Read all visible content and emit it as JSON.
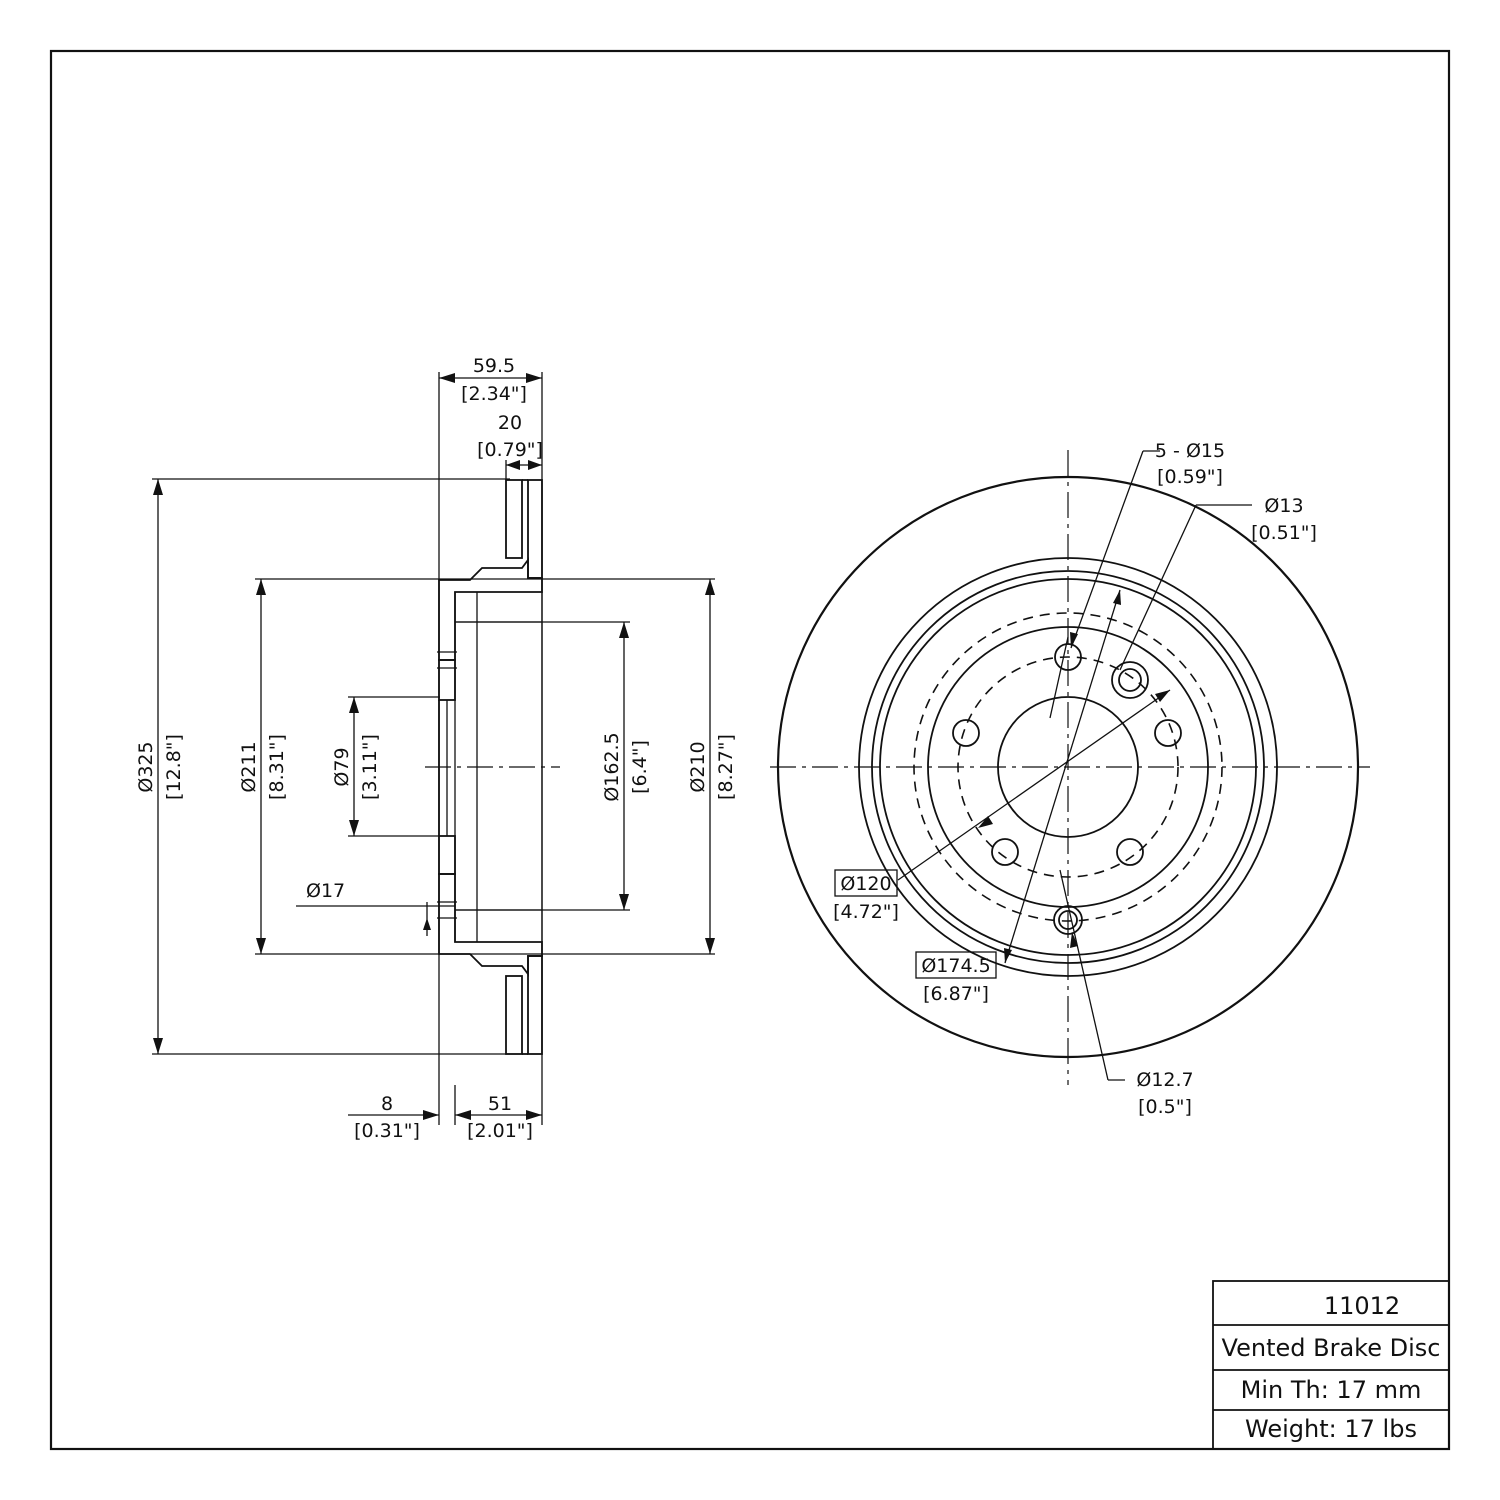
{
  "title_block": {
    "part_number": "11012",
    "description": "Vented Brake Disc",
    "min_thickness": "Min Th: 17 mm",
    "weight": "Weight: 17 lbs"
  },
  "side_view": {
    "overall_width": {
      "mm": "59.5",
      "inch": "[2.34\"]"
    },
    "rotor_thickness": {
      "mm": "20",
      "inch": "[0.79\"]"
    },
    "outer_diameter": {
      "mm": "Ø325",
      "inch": "[12.8\"]"
    },
    "hat_diameter": {
      "mm": "Ø211",
      "inch": "[8.31\"]"
    },
    "center_bore": {
      "mm": "Ø79",
      "inch": "[3.11\"]"
    },
    "inner_hat_diameter": {
      "mm": "Ø162.5",
      "inch": "[6.4\"]"
    },
    "hat_inner_diameter": {
      "mm": "Ø210",
      "inch": "[8.27\"]"
    },
    "hole_diameter": {
      "mm": "Ø17"
    },
    "flange_thickness": {
      "mm": "8",
      "inch": "[0.31\"]"
    },
    "hat_height": {
      "mm": "51",
      "inch": "[2.01\"]"
    }
  },
  "front_view": {
    "lug_holes": {
      "mm": "5 - Ø15",
      "inch": "[0.59\"]"
    },
    "threaded_hole": {
      "mm": "Ø13",
      "inch": "[0.51\"]"
    },
    "bolt_circle": {
      "mm": "Ø120",
      "inch": "[4.72\"]"
    },
    "hat_circle": {
      "mm": "Ø174.5",
      "inch": "[6.87\"]"
    },
    "small_hole": {
      "mm": "Ø12.7",
      "inch": "[0.5\"]"
    }
  }
}
